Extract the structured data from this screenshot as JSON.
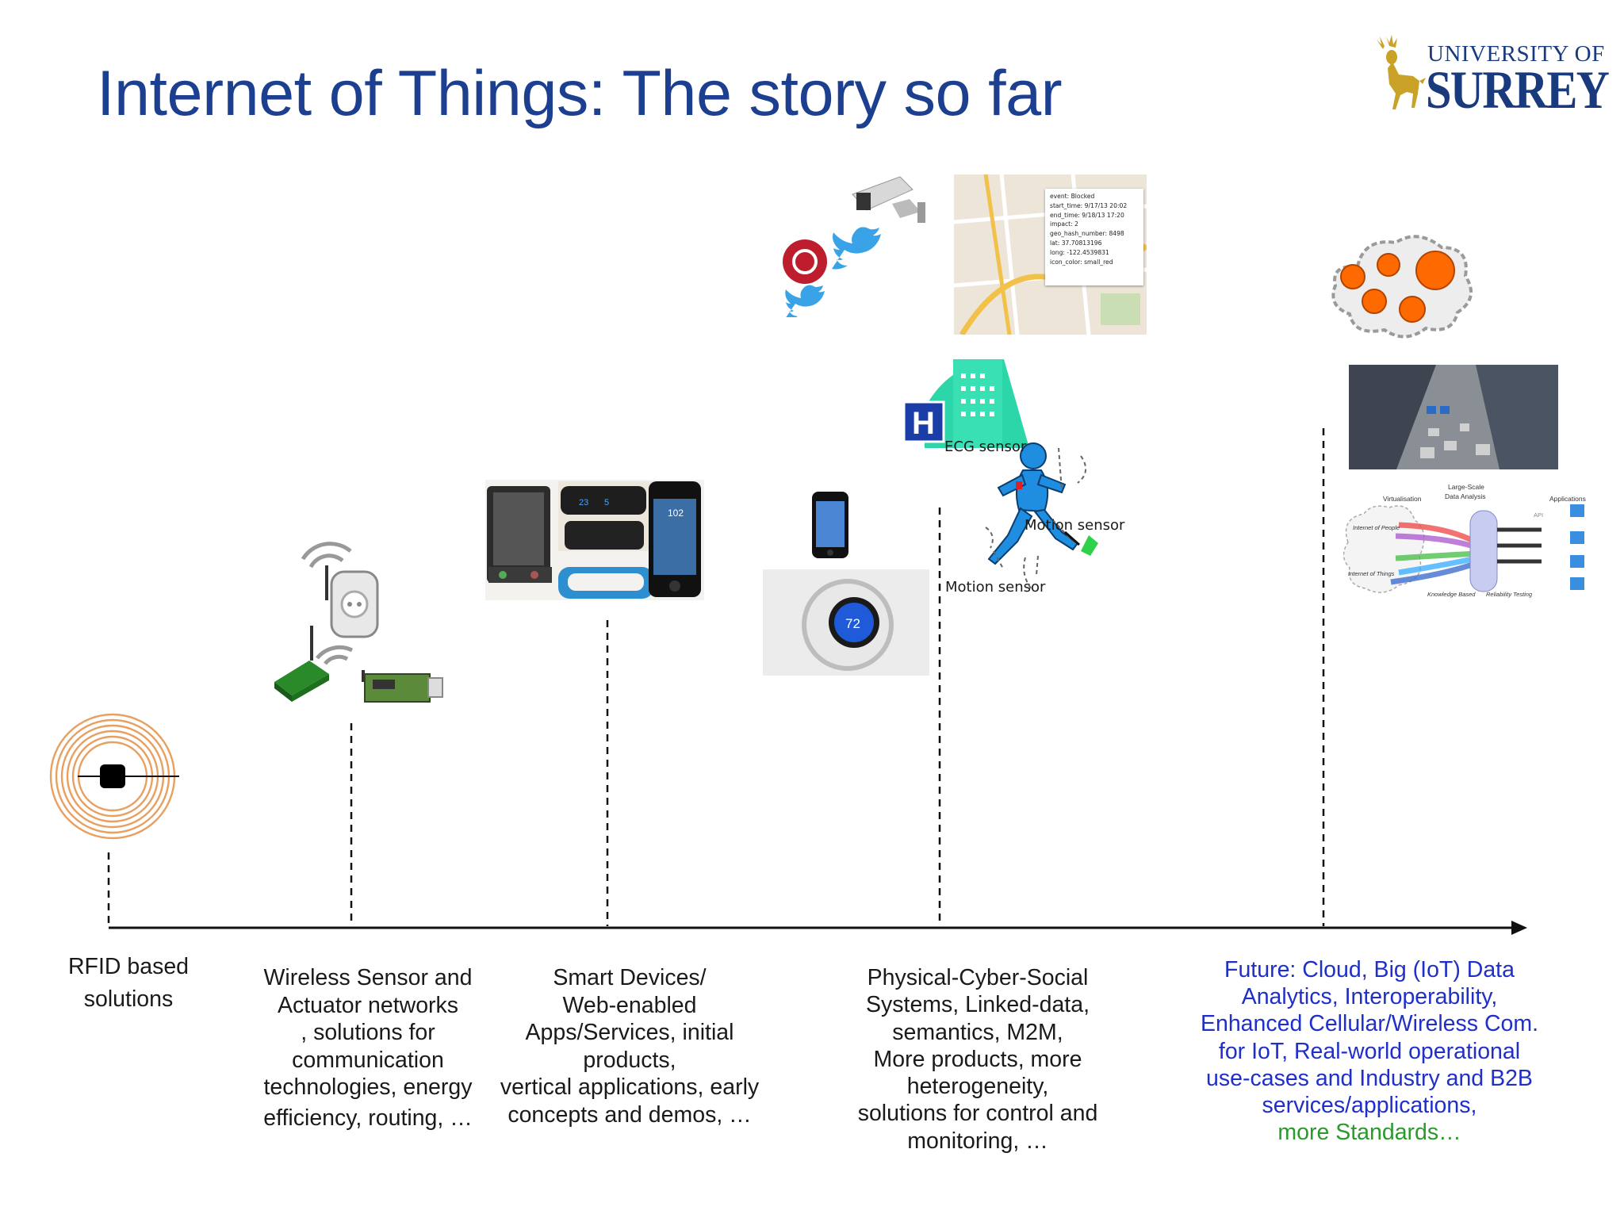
{
  "slide": {
    "title": "Internet of Things: The story so far"
  },
  "logo": {
    "line1": "UNIVERSITY OF",
    "line2": "SURREY"
  },
  "stages": [
    {
      "lines": [
        "RFID based",
        "solutions"
      ]
    },
    {
      "lines": [
        "Wireless Sensor and",
        "Actuator networks",
        ", solutions for",
        "communication",
        "technologies, energy",
        "efficiency, routing, …"
      ]
    },
    {
      "lines": [
        "Smart Devices/",
        "Web-enabled",
        "Apps/Services, initial",
        "products,",
        "vertical applications, early",
        "concepts and demos, …"
      ]
    },
    {
      "lines": [
        "Physical-Cyber-Social",
        "Systems, Linked-data,",
        "semantics, M2M,",
        "More products, more",
        "heterogeneity,",
        "solutions for control and",
        "monitoring, …"
      ]
    },
    {
      "lines": [
        "Future: Cloud, Big (IoT) Data",
        "Analytics, Interoperability,",
        "Enhanced Cellular/Wireless Com.",
        "for IoT, Real-world operational",
        "use-cases and Industry and B2B",
        "services/applications,"
      ],
      "green_line": "more Standards…"
    }
  ],
  "labels": {
    "ecg_sensor": "ECG sensor",
    "motion_sensor_1": "Motion sensor",
    "motion_sensor_2": "Motion sensor"
  },
  "map_popup": {
    "lines": [
      "event: Blocked",
      "start_time: 9/17/13 20:02",
      "end_time: 9/18/13 17:20",
      "impact: 2",
      "geo_hash_number: 8498",
      "lat: 37.70813196",
      "long: -122.4539831",
      "icon_color: small_red"
    ]
  },
  "nest_display": "72",
  "device_display": "102",
  "app_diagram": {
    "virtualisation": "Virtualisation",
    "large_scale": "Large-Scale",
    "data_analysis": "Data Analysis",
    "applications": "Applications",
    "internet_of_people": "Internet of People",
    "internet_of_things": "Internet of Things",
    "knowledge_based": "Knowledge Based",
    "reliability_testing": "Reliability Testing",
    "api": "API"
  },
  "colors": {
    "title": "#1c3f8f",
    "future_text": "#1f2fc8",
    "standards_text": "#2a9a2a",
    "cloud_dots": "#ff6a00",
    "rfid_rings": "#e8a060"
  }
}
